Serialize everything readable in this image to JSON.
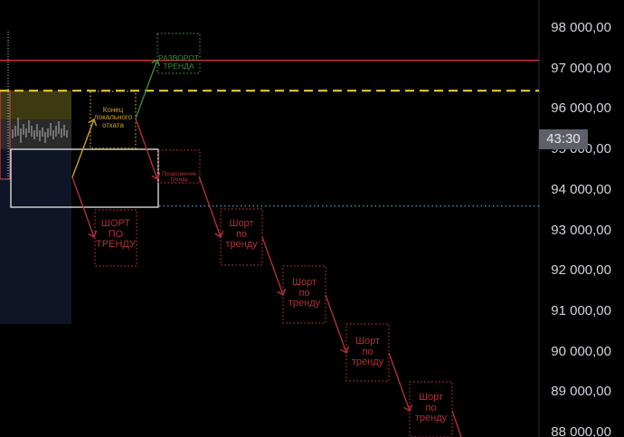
{
  "chart_data": {
    "type": "line",
    "y_axis_ticks": [
      "98 000,00",
      "97 000,00",
      "96 000,00",
      "95 000,00",
      "94 000,00",
      "93 000,00",
      "92 000,00",
      "91 000,00",
      "90 000,00",
      "89 000,00",
      "88 000,00"
    ],
    "y_tick_values": [
      98000,
      97000,
      96000,
      95000,
      94000,
      93000,
      92000,
      91000,
      90000,
      89000,
      88000
    ],
    "current_time_badge": "43:30",
    "horizontal_levels": [
      {
        "price": 97200,
        "style": "solid",
        "color": "#f23645"
      },
      {
        "price": 96450,
        "style": "dashed",
        "color": "#f5d33c"
      },
      {
        "price": 93600,
        "style": "dotted",
        "color": "#4fb3d9"
      }
    ],
    "annotations": [
      {
        "text_lines": [
          "Конец",
          "локального",
          "отката"
        ],
        "color": "#c9a227"
      },
      {
        "text_lines": [
          "РАЗВОРОТ",
          "ТРЕНДА"
        ],
        "color": "#3a8a3a"
      },
      {
        "text_lines": [
          "Продолжение",
          "тренда"
        ],
        "color": "#b0303a"
      },
      {
        "text_lines": [
          "ШОРТ",
          "ПО",
          "ТРЕНДУ"
        ],
        "color": "#b0303a"
      },
      {
        "text_lines": [
          "Шорт",
          "по",
          "тренду"
        ],
        "color": "#b0303a"
      },
      {
        "text_lines": [
          "Шорт",
          "по",
          "тренду"
        ],
        "color": "#b0303a"
      },
      {
        "text_lines": [
          "Шорт",
          "по",
          "тренду"
        ],
        "color": "#b0303a"
      },
      {
        "text_lines": [
          "Шорт",
          "по",
          "тренду"
        ],
        "color": "#b0303a"
      }
    ],
    "colors": {
      "background": "#000000",
      "axis_text": "#d1d4dc",
      "bearish": "#b0303a",
      "bullish": "#3a8a3a",
      "pullback": "#c9a227"
    }
  }
}
